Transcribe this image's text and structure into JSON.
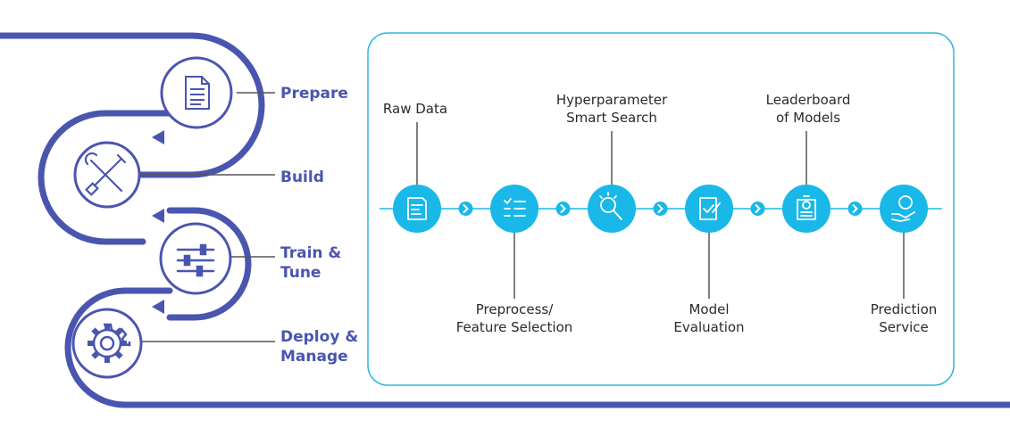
{
  "colors": {
    "lifecycle_blue": "#4a55b0",
    "icon_circle_border": "#4a55b0",
    "pipeline_cyan": "#19b8e8",
    "panel_border": "#2fb8d8",
    "text_dark": "#2a2a2a"
  },
  "lifecycle": {
    "stages": [
      {
        "label": "Prepare",
        "icon": "document-icon"
      },
      {
        "label": "Build",
        "icon": "tools-icon"
      },
      {
        "label": "Train &\nTune",
        "icon": "sliders-icon"
      },
      {
        "label": "Deploy &\nManage",
        "icon": "gear-icon"
      }
    ]
  },
  "pipeline": {
    "steps": [
      {
        "label": "Raw Data",
        "icon": "raw-data-icon",
        "label_position": "above"
      },
      {
        "label": "Preprocess/\nFeature Selection",
        "icon": "checklist-icon",
        "label_position": "below"
      },
      {
        "label": "Hyperparameter\nSmart Search",
        "icon": "smart-search-icon",
        "label_position": "above"
      },
      {
        "label": "Model\nEvaluation",
        "icon": "evaluation-icon",
        "label_position": "below"
      },
      {
        "label": "Leaderboard\nof Models",
        "icon": "leaderboard-icon",
        "label_position": "above"
      },
      {
        "label": "Prediction\nService",
        "icon": "prediction-service-icon",
        "label_position": "below"
      }
    ],
    "connector_icon": "chevron-right-icon"
  }
}
